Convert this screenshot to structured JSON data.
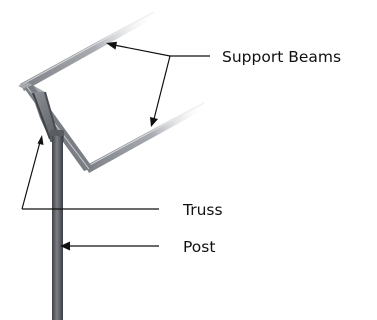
{
  "labels": {
    "support_beams": "Support Beams",
    "truss": "Truss",
    "post": "Post"
  },
  "colors": {
    "metal_dark": "#4a4d52",
    "metal_mid": "#8a8e94",
    "metal_light": "#d7d9dc",
    "line": "#111111",
    "label": "#111111",
    "background": "#ffffff"
  }
}
